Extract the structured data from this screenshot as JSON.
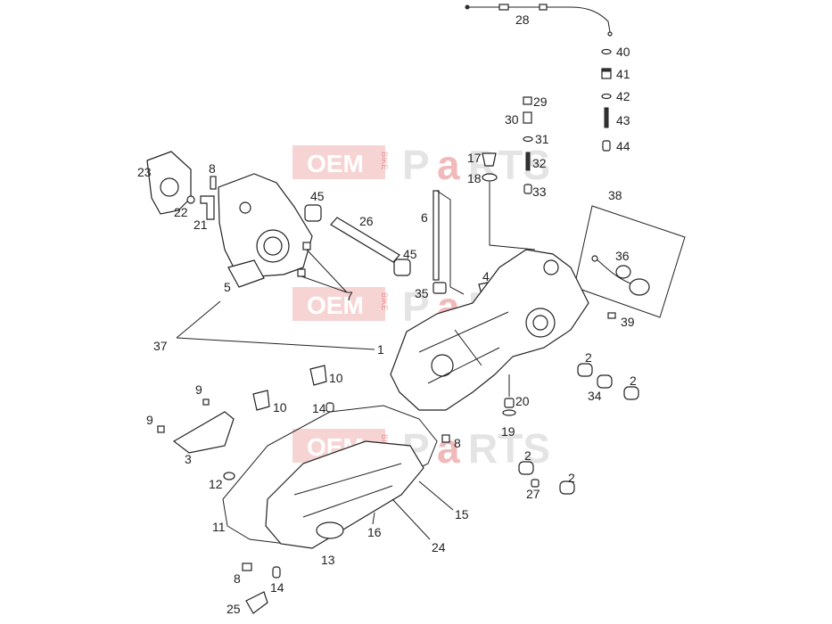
{
  "watermark": {
    "oem": "OEM",
    "bike": "BIKE",
    "parts_prefix": "P",
    "parts_mid": "a",
    "parts_suffix": "RTS"
  },
  "callouts": [
    {
      "id": "c28",
      "text": "28"
    },
    {
      "id": "c40",
      "text": "40"
    },
    {
      "id": "c41",
      "text": "41"
    },
    {
      "id": "c42",
      "text": "42"
    },
    {
      "id": "c43",
      "text": "43"
    },
    {
      "id": "c44",
      "text": "44"
    },
    {
      "id": "c29",
      "text": "29"
    },
    {
      "id": "c30",
      "text": "30"
    },
    {
      "id": "c31",
      "text": "31"
    },
    {
      "id": "c32",
      "text": "32"
    },
    {
      "id": "c33",
      "text": "33"
    },
    {
      "id": "c17",
      "text": "17"
    },
    {
      "id": "c18",
      "text": "18"
    },
    {
      "id": "c38",
      "text": "38"
    },
    {
      "id": "c36",
      "text": "36"
    },
    {
      "id": "c39",
      "text": "39"
    },
    {
      "id": "c23",
      "text": "23"
    },
    {
      "id": "c8a",
      "text": "8"
    },
    {
      "id": "c22",
      "text": "22"
    },
    {
      "id": "c21",
      "text": "21"
    },
    {
      "id": "c45a",
      "text": "45"
    },
    {
      "id": "c26",
      "text": "26"
    },
    {
      "id": "c6",
      "text": "6"
    },
    {
      "id": "c45b",
      "text": "45"
    },
    {
      "id": "c5",
      "text": "5"
    },
    {
      "id": "c7",
      "text": "7"
    },
    {
      "id": "c35",
      "text": "35"
    },
    {
      "id": "c4",
      "text": "4"
    },
    {
      "id": "c37",
      "text": "37"
    },
    {
      "id": "c1",
      "text": "1"
    },
    {
      "id": "c2a",
      "text": "2"
    },
    {
      "id": "c34",
      "text": "34"
    },
    {
      "id": "c2b",
      "text": "2"
    },
    {
      "id": "c10a",
      "text": "10"
    },
    {
      "id": "c9a",
      "text": "9"
    },
    {
      "id": "c10b",
      "text": "10"
    },
    {
      "id": "c14a",
      "text": "14"
    },
    {
      "id": "c20",
      "text": "20"
    },
    {
      "id": "c19",
      "text": "19"
    },
    {
      "id": "c9b",
      "text": "9"
    },
    {
      "id": "c8b",
      "text": "8"
    },
    {
      "id": "c3",
      "text": "3"
    },
    {
      "id": "c2c",
      "text": "2"
    },
    {
      "id": "c12",
      "text": "12"
    },
    {
      "id": "c2d",
      "text": "2"
    },
    {
      "id": "c27",
      "text": "27"
    },
    {
      "id": "c15",
      "text": "15"
    },
    {
      "id": "c11",
      "text": "11"
    },
    {
      "id": "c16",
      "text": "16"
    },
    {
      "id": "c24",
      "text": "24"
    },
    {
      "id": "c13",
      "text": "13"
    },
    {
      "id": "c8c",
      "text": "8"
    },
    {
      "id": "c14b",
      "text": "14"
    },
    {
      "id": "c25",
      "text": "25"
    }
  ]
}
